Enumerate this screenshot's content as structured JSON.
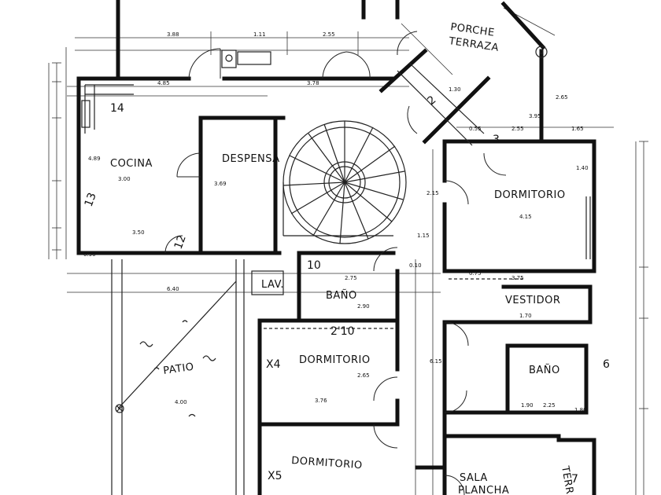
{
  "rooms": {
    "porche": "PORCHE",
    "terraza": "TERRAZA",
    "cocina": "COCINA",
    "despensa": "DESPENSA",
    "dormitorio_1": "DORMITORIO",
    "vestidor": "VESTIDOR",
    "bano_1": "BAÑO",
    "bano_2": "BAÑO",
    "dormitorio_2": "DORMITORIO",
    "dormitorio_3": "DORMITORIO",
    "patio": "PATIO",
    "sala": "SALA",
    "plancha": "PLANCHA",
    "terr": "TERR."
  },
  "markers": {
    "m14": "14",
    "m13": "13",
    "m12": "12",
    "m3": "3",
    "m2": "2",
    "m10": "10",
    "m210": "2'10",
    "m4": "X4",
    "m5": "X5",
    "m6": "6",
    "m7": "7",
    "lav": "LAV."
  },
  "dims": {
    "d_top_1": "3.88",
    "d_top_2": "1.11",
    "d_top_3": "2.55",
    "d_mid_1": "4.85",
    "d_mid_2": "3.78",
    "d_cocina_h": "4.89",
    "d_despensa_h": "3.69",
    "d_350": "3.50",
    "d_090": "0.90",
    "d_640": "6.40",
    "d_275": "2.75",
    "d_376": "3.76",
    "d_290": "2.90",
    "d_265": "2.65",
    "d_115": "1.15",
    "d_140": "1.40",
    "d_415": "4.15",
    "d_215": "2.15",
    "d_375": "3.75",
    "d_395": "3.95",
    "d_265b": "2.65",
    "d_055": "0.55",
    "d_165": "1.65",
    "d_255": "2.55",
    "d_130": "1.30",
    "d_010": "0.10",
    "d_075": "0.75",
    "d_300": "3.00",
    "d_615": "6.15",
    "d_400": "4.00",
    "d_180": "1.80",
    "d_190": "1.90",
    "d_225": "2.25",
    "d_170": "1.70"
  }
}
